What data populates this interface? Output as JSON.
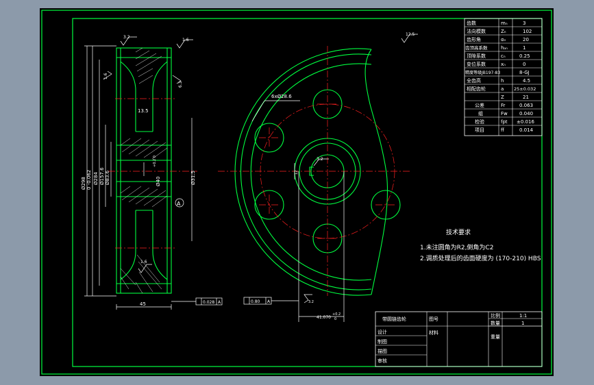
{
  "drawing": {
    "technical_requirements": {
      "title": "技术要求",
      "lines": [
        "1.未注圆角为R2,倒角为C2",
        "2.调质处理后的齿面硬度为 (170-210) HBS"
      ]
    },
    "params": [
      {
        "label": "齿数",
        "sym": "mₙ",
        "val": "3"
      },
      {
        "label": "法向模数",
        "sym": "Zₙ",
        "val": "102"
      },
      {
        "label": "齿形角",
        "sym": "αₙ",
        "val": "20"
      },
      {
        "label": "齿顶高系数",
        "sym": "hₐₙ",
        "val": "1"
      },
      {
        "label": "顶隙系数",
        "sym": "cₙ",
        "val": "0.25"
      },
      {
        "label": "变位系数",
        "sym": "xₙ",
        "val": "0"
      },
      {
        "label": "精度等级JB197-83",
        "sym": "",
        "val": "8-GJ"
      },
      {
        "label": "全齿高",
        "sym": "h",
        "val": "4.5"
      },
      {
        "label": "相配齿轮",
        "sym": "a",
        "val": "25±0.032"
      },
      {
        "label": "",
        "sym": "Z",
        "val": "21"
      },
      {
        "label": "公差",
        "sym": "Fr",
        "val": "0.063"
      },
      {
        "label": "组",
        "sym": "Fw",
        "val": "0.040"
      },
      {
        "label": "检验",
        "sym": "fpt",
        "val": "±0.016"
      },
      {
        "label": "项目",
        "sym": "ff",
        "val": "0.014"
      }
    ],
    "dimensions": {
      "holes": "6xØ28.6",
      "hub_width": "13.5",
      "face_width": "45",
      "keyway": "41.070",
      "keyway_tol": "+0.2",
      "keyway_tol_low": "0",
      "runout": "0.028",
      "runout_ref": "A",
      "parallel": "0.80",
      "parallel_ref": "A",
      "datum": "A",
      "rough_top": "3.2",
      "rough_top2": "1.6",
      "rough_side": "1.6",
      "rough_face": "6.3",
      "rough_general": "12.5",
      "rough_bore": "3.2",
      "rough_key": "1.6",
      "rough_key2": "1.6",
      "rough_key3": "3.2",
      "d_outer": "Ø298",
      "d_outer_tol": "0 -0.062",
      "d_rim": "Ø284",
      "d_web": "Ø157.6",
      "d_hub": "Ø83.6",
      "d_bore": "Ø40",
      "d_bore_tol": "+0.2 0",
      "d_pitch": "Ø31.5",
      "key_width": "12"
    },
    "title_block": {
      "name": "带圆链齿轮",
      "scale_label": "比例",
      "scale": "1:1",
      "qty_label": "数量",
      "qty": "1",
      "weight_label": "重量",
      "material_label": "材料",
      "draw_no_label": "图号",
      "rows": [
        "设计",
        "制图",
        "描图",
        "审核"
      ]
    }
  }
}
